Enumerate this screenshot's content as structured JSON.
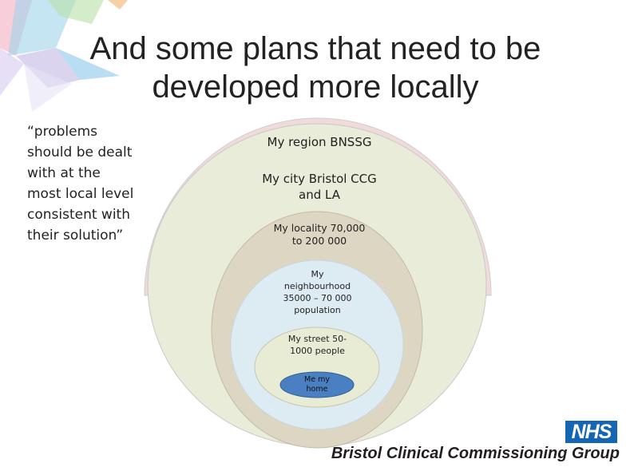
{
  "slide": {
    "title_line1": "And some plans that need to be",
    "title_line2": "developed more locally",
    "quote_lines": [
      "“problems",
      "should be dealt",
      "with at the",
      "most local level",
      "consistent with",
      "their solution”"
    ]
  },
  "diagram": {
    "levels": [
      {
        "lines": [
          "My region BNSSG"
        ],
        "color": "#f0dada"
      },
      {
        "lines": [
          "My city Bristol CCG",
          "and LA"
        ],
        "color": "#e8ecd9"
      },
      {
        "lines": [
          "My locality 70,000",
          "to 200 000"
        ],
        "color": "#ddd6c2"
      },
      {
        "lines": [
          "My",
          "neighbourhood",
          "35000 – 70 000",
          "population"
        ],
        "color": "#ddebf2"
      },
      {
        "lines": [
          "My street 50-",
          "1000 people"
        ],
        "color": "#e9ecd5"
      },
      {
        "lines": [
          "Me my",
          "home"
        ],
        "color": "#4a80c2"
      }
    ]
  },
  "logo": {
    "nhs": "NHS",
    "org_name": "Bristol Clinical Commissioning Group",
    "nhs_color": "#1565b5"
  }
}
